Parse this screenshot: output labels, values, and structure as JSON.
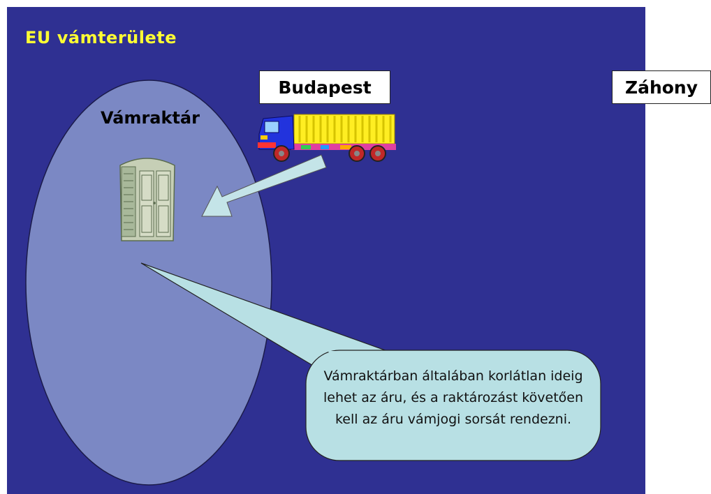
{
  "diagram": {
    "territory_label": "EU vámterülete",
    "warehouse_label": "Vámraktár",
    "location_left": "Budapest",
    "location_right": "Záhony",
    "callout_text": "Vámraktárban általában korlátlan ideig lehet az áru, és a raktározást követően kell az áru vámjogi sorsát rendezni.",
    "icons": [
      "truck-icon",
      "wardrobe-icon",
      "arrow-icon"
    ]
  },
  "colors": {
    "background": "#2f3092",
    "territory_label": "#ffff33",
    "warehouse_zone": "#7b88c4",
    "callout": "#b8e0e4"
  }
}
